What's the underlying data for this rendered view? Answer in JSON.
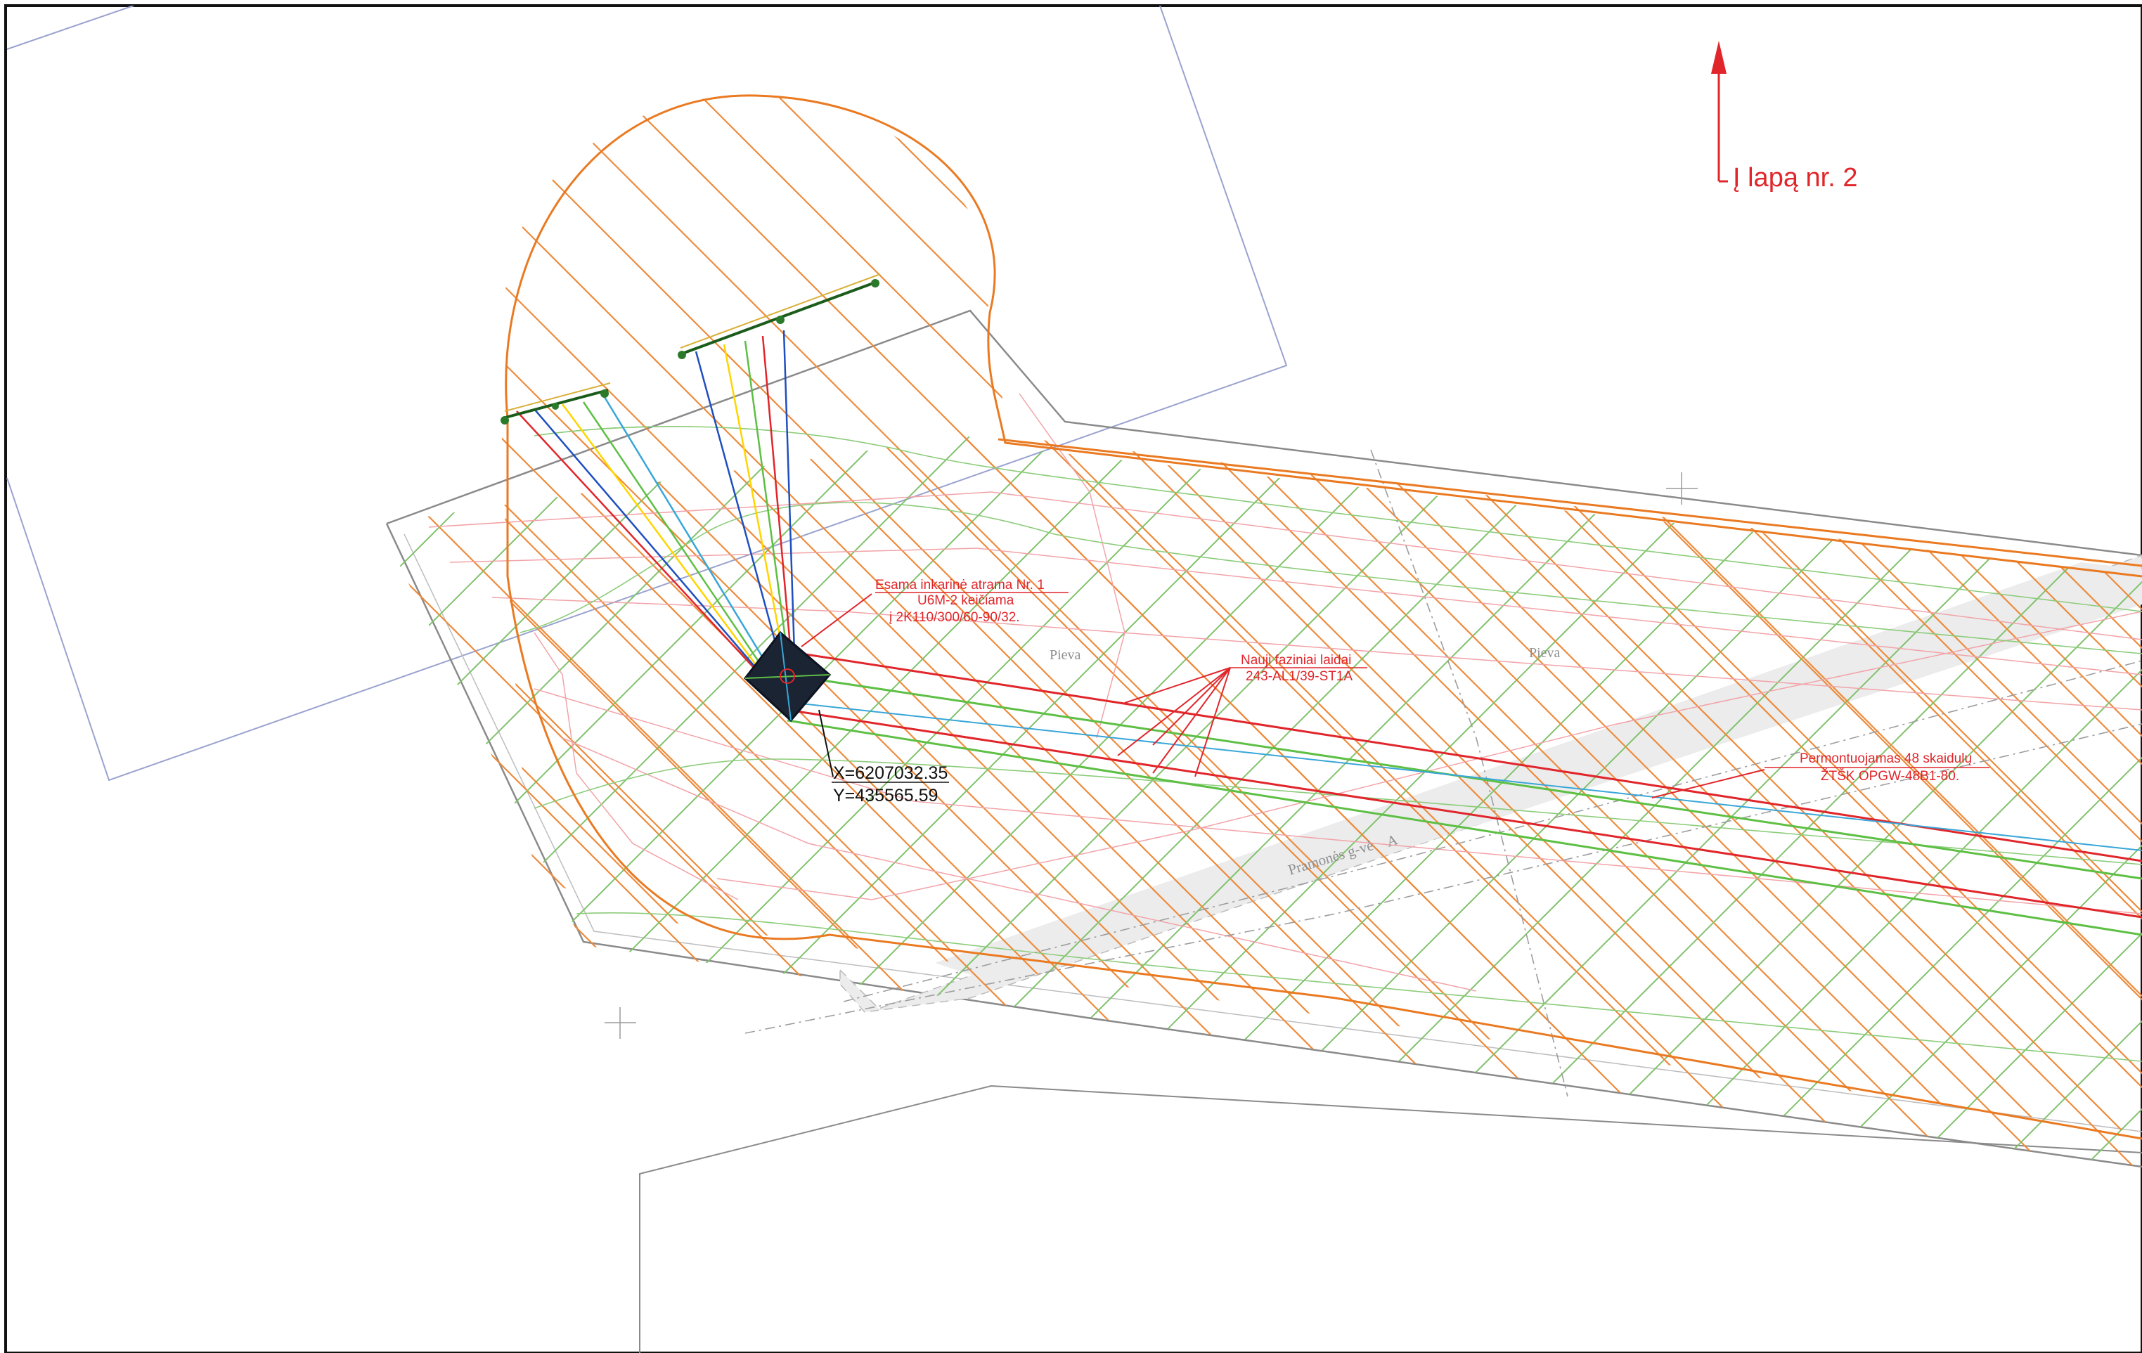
{
  "sheet_ref": {
    "label": "Į lapą nr. 2"
  },
  "notes": {
    "pole_note": {
      "line1": "Esama inkarinė atrama  Nr. 1",
      "line2": "U6M-2 keičiama",
      "line3": "į 2K110/300/60-90/32."
    },
    "conductor_note": {
      "line1": "Nauji faziniai laidai",
      "line2": "243-AL1/39-ST1A"
    },
    "opgw_note": {
      "line1": "Permontuojamas 48 skaidulų",
      "line2": "ŽTŠK OPGW-48B1-80."
    }
  },
  "coordinates": {
    "x": "X=6207032.35",
    "y": "Y=435565.59"
  },
  "place_labels": {
    "meadow1": "Pieva",
    "meadow2": "Pieva",
    "street": "Pramonės g-vė",
    "street_mark": "A"
  },
  "colors": {
    "zone_outline": "#ea7a22",
    "hatch_orange": "#ee8a3a",
    "hatch_green": "#7fc26b",
    "power_red": "#e0262b",
    "opgw_blue": "#38a6d8",
    "road_gray": "#ececec",
    "parcel_gray": "#9a9a9a"
  }
}
